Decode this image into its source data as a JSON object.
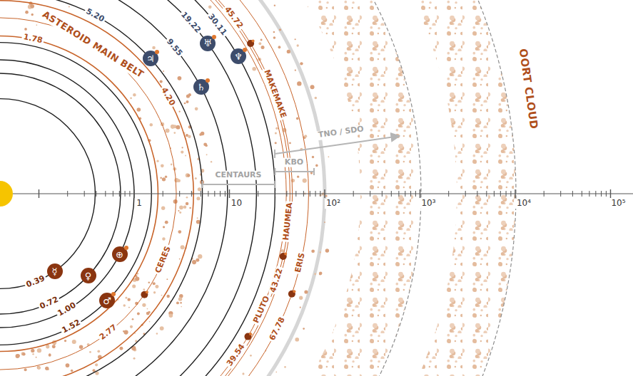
{
  "diagram": {
    "nodes": [
      {
        "text": [
          "☿"
        ]
      },
      {
        "text": [
          "♀"
        ]
      },
      {
        "text": [
          "⊕"
        ]
      },
      {
        "text": [
          "♂"
        ]
      },
      {
        "text": [
          "♃"
        ]
      },
      {
        "text": [
          "♄"
        ]
      },
      {
        "text": [
          "♅"
        ]
      },
      {
        "text": [
          "♆"
        ]
      }
    ],
    "labels": [
      "1.78",
      "ASTEROID MAIN BELT",
      "4.20",
      "5.20",
      "9.55",
      "19.22",
      "30.11",
      "45.72",
      "MAKEMAKE",
      "TNO / SDO",
      "KBO",
      "CENTAURS",
      "OORT CLOUD",
      "1",
      "10",
      "10²",
      "10³",
      "10⁴",
      "10⁵",
      "HAUMEA",
      "43.22",
      "ERIS",
      "67.78",
      "0.39",
      "0.72",
      "1.00",
      "1.52",
      "CERES",
      "2.77",
      "PLUTO",
      "39.54"
    ]
  }
}
